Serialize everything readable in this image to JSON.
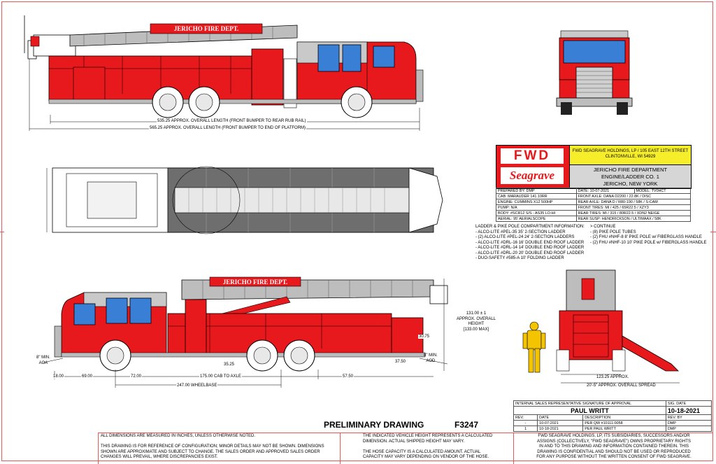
{
  "truck": {
    "side_lettering": "JERICHO FIRE DEPT."
  },
  "dimensions": {
    "overall_rub_rail": "535.25 APPROX. OVERALL LENGTH (FRONT BUMPER TO REAR RUB RAIL)",
    "overall_platform": "565.25 APPROX. OVERALL LENGTH (FRONT BUMPER TO END OF PLATFORM)",
    "height_line1": "131.00 ± 1",
    "height_line2": "APPROX. OVERALL",
    "height_line3": "HEIGHT",
    "height_line4": "[133.00 MAX]",
    "aoa_line1": "8\" MIN.",
    "aoa_line2": "AOA",
    "aod_line1": "8\" MIN.",
    "aod_line2": "AOD",
    "d_3075": "30.75",
    "d_3525": "35.25",
    "d_3750": "37.50",
    "d_1800": "18.00",
    "d_6900": "69.00",
    "d_7200": "72.00",
    "d_cab_axle": "175.00 CAB TO AXLE",
    "d_5750": "57.50",
    "d_wheelbase": "247.00 WHEELBASE",
    "d_12325": "123.25 APPROX.",
    "d_spread": "20'-5\" APPROX. OVERALL SPREAD"
  },
  "logo": {
    "fwd": "FWD",
    "seagrave": "Seagrave"
  },
  "company_box": {
    "line1": "FWD SEAGRAVE HOLDINGS, LP / 105 EAST 12TH STREET",
    "line2": "CLINTONVILLE, WI 54929"
  },
  "customer_box": {
    "line1": "JERICHO FIRE DEPARTMENT",
    "line2": "ENGINE/LADDER CO. 1",
    "line3": "JERICHO, NEW YORK"
  },
  "spec_rows": [
    {
      "left": "PREPARED BY:  DMP",
      "mid": "DATE:  10-07-2021",
      "right": "MODEL:  TV0HCT"
    },
    {
      "left": "CAB:  MARAUDER 141.10RR",
      "mid": "FRONT AXLE:  DANA D2200 / 22.8K / DISC",
      "right": ""
    },
    {
      "left": "ENGINE:  CUMMINS X12 500HP",
      "mid": "REAR AXLE:  DANA D / R80-190 / 58K / S-CAM",
      "right": ""
    },
    {
      "left": "PUMP:  N/A",
      "mid": "FRONT TIRES:  MI / 425 / 65R22.5 / XZY3",
      "right": ""
    },
    {
      "left": "BODY:  #SCR12 S/S - AS35 LO-HI",
      "mid": "REAR TIRES:  MI / 315 / 80R22.5 / XDN2 NEIGE",
      "right": ""
    },
    {
      "left": "AERIAL:  95' AERIALSCOPE",
      "mid": "REAR SUSP:  HENDRICKSON / ULTIMAAX / 58K",
      "right": ""
    }
  ],
  "notes_left": [
    "LADDER & PIKE POLE COMPARTMENT INFORMATION:",
    "- ALCO-LITE #PEL-35 35' 2-SECTION LADDER",
    "- (2) ALCO-LITE #PEL-24 24' 2-SECTION LADDERS",
    "- ALCO-LITE #DRL-16 16' DOUBLE END ROOF LADDER",
    "- ALCO-LITE #DRL-14 14' DOUBLE END ROOF LADDER",
    "- ALCO-LITE #DRL-20 20' DOUBLE END ROOF LADDER",
    "- DUO-SAFETY #585-A 10' FOLDING LADDER"
  ],
  "notes_right": [
    "> CONTINUE",
    "- (8) PIKE POLE TUBES",
    "- (2) FHU #NHF-8 8' PIKE POLE w/ FIBERGLASS HANDLE",
    "- (2) FHU #NHF-10 10' PIKE POLE w/ FIBERGLASS HANDLE"
  ],
  "approval": {
    "header_left": "INTERNAL SALES REPRESENTATIVE SIGNATURE OF APPROVAL",
    "header_right": "SIG. DATE",
    "name": "PAUL WRITT",
    "date": "10-18-2021",
    "rev_headers": [
      "REV.",
      "DATE",
      "DESCRIPTION",
      "REV. BY"
    ],
    "rev_rows": [
      [
        "-",
        "10-07-2021",
        "PER QW #10111-0058",
        "DMP"
      ],
      [
        "1",
        "10-18-2021",
        "PER PAUL WRITT",
        "DMP"
      ]
    ]
  },
  "title_block": {
    "preliminary": "PRELIMINARY DRAWING",
    "drawing_no": "F3247"
  },
  "footer": {
    "col1": [
      "ALL DIMENSIONS ARE MEASURED IN INCHES, UNLESS OTHERWISE NOTED.",
      "",
      "THIS DRAWING IS FOR REFERENCE OF CONFIGURATION; MINOR DETAILS MAY NOT BE SHOWN.  DIMENSIONS",
      "SHOWN ARE APPROXIMATE AND SUBJECT TO CHANGE.  THE SALES ORDER AND APPROVED SALES ORDER",
      "CHANGES WILL PREVAIL, WHERE DISCREPANCIES EXIST."
    ],
    "col2": [
      "THE INDICATED VEHICLE HEIGHT REPRESENTS A CALCULATED",
      "DIMENSION.  ACTUAL SHIPPED HEIGHT MAY VARY.",
      "",
      "THE HOSE CAPACITY IS A CALCULATED AMOUNT.  ACTUAL",
      "CAPACITY MAY VARY DEPENDING ON  VENDOR OF THE HOSE."
    ],
    "col3": [
      "FWD SEAGRAVE HOLDINGS, LP, ITS SUBSIDIARIES, SUCCESSORS AND/OR",
      "ASSIGNS (COLLECTIVELY, \"FWD SEAGRAVE\") OWNS PROPRIETARY RIGHTS",
      "IN AND TO THIS DRAWING AND INFORMATION CONTAINED THEREIN. THIS",
      "DRAWING IS CONFIDENTIAL AND SHOULD NOT BE USED OR REPRODUCED",
      "FOR ANY PURPOSE WITHOUT THE WRITTEN CONSENT OF  FWD SEAGRAVE."
    ]
  },
  "colors": {
    "body_red": "#e8191c",
    "chrome_gray": "#b9b9b9",
    "glass_blue": "#3a7fd6",
    "company_yellow": "#f6ee2a",
    "customer_gray": "#d6d6d6",
    "border_red": "#e05a5a"
  }
}
